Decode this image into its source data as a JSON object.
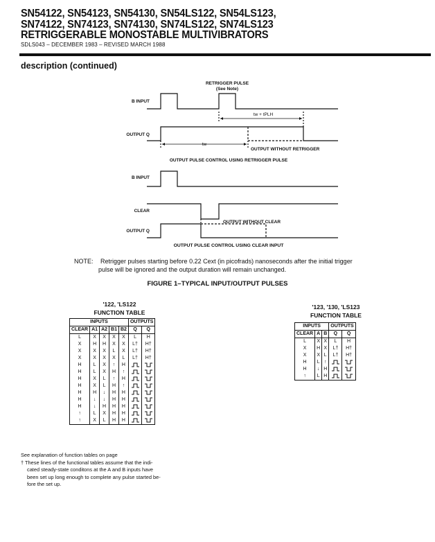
{
  "header": {
    "line1": "SN54122, SN54123, SN54130, SN54LS122, SN54LS123,",
    "line2": "SN74122, SN74123, SN74130, SN74LS122, SN74LS123",
    "line3": "RETRIGGERABLE MONOSTABLE MULTIVIBRATORS",
    "doc_id": "SDLS043 – DECEMBER 1983 – REVISED MARCH 1988"
  },
  "section_title": "description (continued)",
  "timing1": {
    "retrigger_label": "RETRIGGER PULSE",
    "see_note": "(See Note)",
    "b_input": "B INPUT",
    "output_q": "OUTPUT Q",
    "tw_tplh": "tw + tPLH",
    "tw": "tw",
    "without_retrigger": "OUTPUT WITHOUT RETRIGGER",
    "caption": "OUTPUT PULSE CONTROL USING RETRIGGER PULSE"
  },
  "timing2": {
    "b_input": "B INPUT",
    "clear": "CLEAR",
    "output_q": "OUTPUT Q",
    "without_clear": "OUTPUT WITHOUT CLEAR",
    "caption": "OUTPUT PULSE CONTROL USING CLEAR INPUT"
  },
  "note": {
    "label": "NOTE:",
    "line1": "Retrigger pulses starting before 0.22 Cext (in picofrads) nanoseconds after the initial trigger",
    "line2": "pulse will be ignored and the output duration will remain unchanged."
  },
  "figure_title": "FIGURE 1–TYPICAL INPUT/OUTPUT PULSES",
  "table1": {
    "title1": "'122, 'LS122",
    "title2": "FUNCTION TABLE",
    "group_inputs": "INPUTS",
    "group_outputs": "OUTPUTS",
    "headers": [
      "CLEAR",
      "A1",
      "A2",
      "B1",
      "B2",
      "Q",
      "Q̄"
    ],
    "rows": [
      [
        "L",
        "X",
        "X",
        "X",
        "X",
        "L",
        "H"
      ],
      [
        "X",
        "H",
        "H",
        "X",
        "X",
        "L†",
        "H†"
      ],
      [
        "X",
        "X",
        "X",
        "L",
        "X",
        "L†",
        "H†"
      ],
      [
        "X",
        "X",
        "X",
        "X",
        "L",
        "L†",
        "H†"
      ],
      [
        "H",
        "L",
        "X",
        "↑",
        "H",
        "pulse",
        "npulse"
      ],
      [
        "H",
        "L",
        "X",
        "H",
        "↑",
        "pulse",
        "npulse"
      ],
      [
        "H",
        "X",
        "L",
        "↑",
        "H",
        "pulse",
        "npulse"
      ],
      [
        "H",
        "X",
        "L",
        "H",
        "↑",
        "pulse",
        "npulse"
      ],
      [
        "H",
        "H",
        "↓",
        "H",
        "H",
        "pulse",
        "npulse"
      ],
      [
        "H",
        "↓",
        "↓",
        "H",
        "H",
        "pulse",
        "npulse"
      ],
      [
        "H",
        "↓",
        "H",
        "H",
        "H",
        "pulse",
        "npulse"
      ],
      [
        "↑",
        "L",
        "X",
        "H",
        "H",
        "pulse",
        "npulse"
      ],
      [
        "↑",
        "X",
        "L",
        "H",
        "H",
        "pulse",
        "npulse"
      ]
    ]
  },
  "table2": {
    "title1": "'123, '130, 'LS123",
    "title2": "FUNCTION TABLE",
    "group_inputs": "INPUTS",
    "group_outputs": "OUTPUTS",
    "headers": [
      "CLEAR",
      "A",
      "B",
      "Q",
      "Q̄"
    ],
    "rows": [
      [
        "L",
        "X",
        "X",
        "L",
        "H"
      ],
      [
        "X",
        "H",
        "X",
        "L†",
        "H†"
      ],
      [
        "X",
        "X",
        "L",
        "L†",
        "H†"
      ],
      [
        "H",
        "L",
        "↑",
        "pulse",
        "npulse"
      ],
      [
        "H",
        "↓",
        "H",
        "pulse",
        "npulse"
      ],
      [
        "↑",
        "L",
        "H",
        "pulse",
        "npulse"
      ]
    ]
  },
  "footnotes": {
    "see": "See explanation of function tables on page",
    "dagger1": "† These lines of the functional tables assume that the indi-",
    "dagger2": "cated steady-state conditons at the A and B inputs have",
    "dagger3": "been set up long enough to complete any pulse started be-",
    "dagger4": "fore the set up."
  }
}
